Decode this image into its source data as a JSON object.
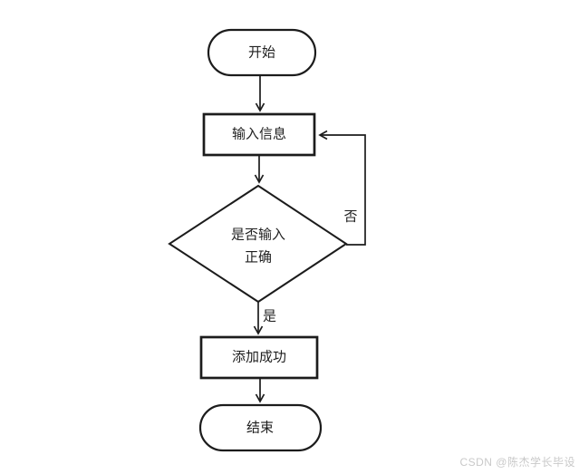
{
  "flowchart": {
    "nodes": {
      "start": {
        "label": "开始"
      },
      "input": {
        "label": "输入信息"
      },
      "decision": {
        "label_line1": "是否输入",
        "label_line2": "正确"
      },
      "success": {
        "label": "添加成功"
      },
      "end": {
        "label": "结束"
      }
    },
    "edges": {
      "yes_label": "是",
      "no_label": "否"
    },
    "colors": {
      "stroke": "#1c1c1c",
      "node_fill": "#ffffff",
      "background": "#ffffff"
    }
  },
  "watermark": {
    "text": "CSDN @陈杰学长毕设",
    "color": "#c9c9c9"
  }
}
